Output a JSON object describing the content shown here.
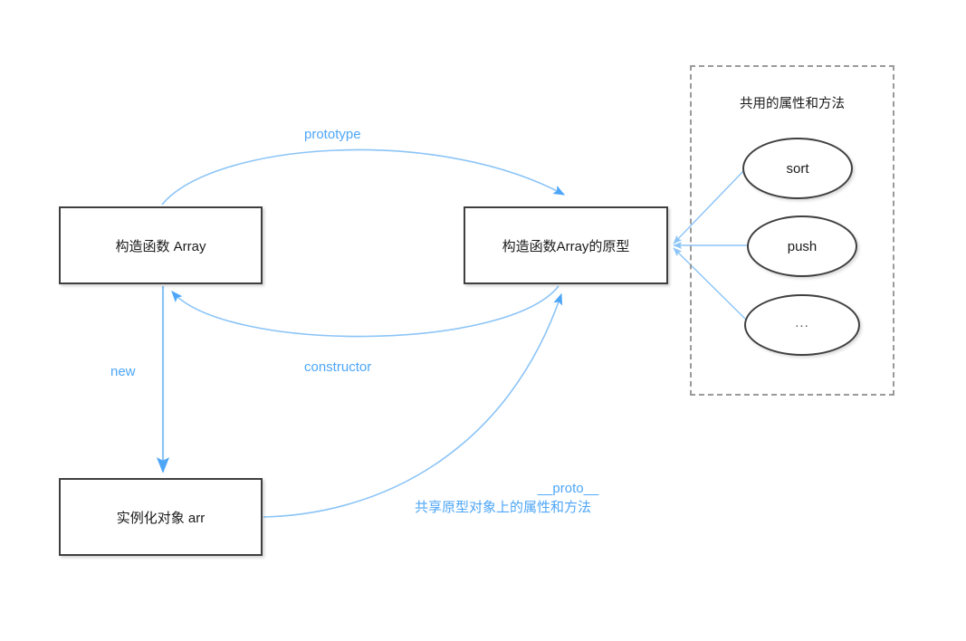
{
  "diagram": {
    "title": "JavaScript prototype relationship diagram",
    "accent_color": "#4ea6f7",
    "node_border_color": "#3f3f3f",
    "dashed_border_color": "#9a9a9a",
    "nodes": {
      "constructor_box": "构造函数  Array",
      "prototype_box": "构造函数Array的原型",
      "instance_box": "实例化对象  arr"
    },
    "shared_group": {
      "title": "共用的属性和方法",
      "members": [
        "sort",
        "push",
        "..."
      ]
    },
    "edges": {
      "prototype": "prototype",
      "constructor": "constructor",
      "new": "new",
      "proto_line1": "__proto__",
      "proto_line2": "共享原型对象上的属性和方法"
    }
  }
}
